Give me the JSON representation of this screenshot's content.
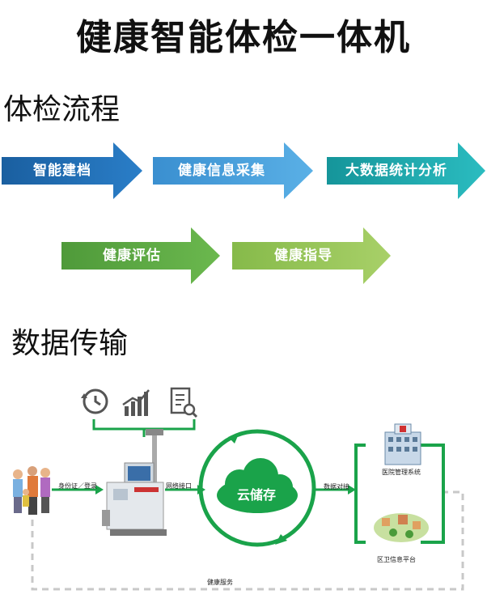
{
  "title": "健康智能体检一体机",
  "sections": {
    "process": "体检流程",
    "transfer": "数据传输"
  },
  "process_steps": [
    {
      "label": "智能建档",
      "color": "#1a5fa0"
    },
    {
      "label": "健康信息采集",
      "color": "#3a8fd0"
    },
    {
      "label": "大数据统计分析",
      "color": "#1aa3a8"
    },
    {
      "label": "健康评估",
      "color": "#5aa040"
    },
    {
      "label": "健康指导",
      "color": "#8cc050"
    }
  ],
  "transfer": {
    "id_card_label": "身份证／登录",
    "network_label": "网络接口",
    "cloud_label": "云储存",
    "data_sync_label": "数据对接",
    "hospital_label": "医院管理系统",
    "community_label": "区卫信息平台",
    "health_service_label": "健康服务",
    "icons": [
      "history-icon",
      "trend-chart-icon",
      "report-search-icon"
    ],
    "accent": "#1aa34a"
  }
}
